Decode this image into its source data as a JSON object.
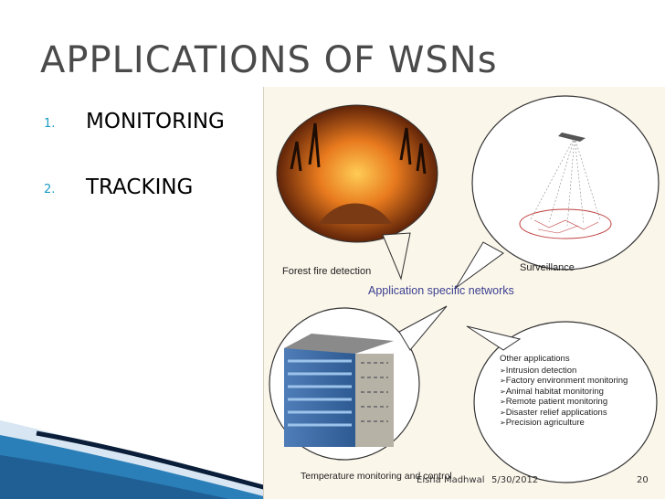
{
  "slide": {
    "title": "APPLICATIONS OF WSNs",
    "bullets": [
      {
        "number": "1.",
        "text": "MONITORING"
      },
      {
        "number": "2.",
        "text": "TRACKING"
      }
    ]
  },
  "figure": {
    "labels": {
      "forest": "Forest fire detection",
      "surveillance": "Surveillance",
      "center": "Application specific networks",
      "temperature": "Temperature monitoring and control"
    },
    "other_applications": {
      "heading": "Other applications",
      "items": [
        "Intrusion detection",
        "Factory environment monitoring",
        "Animal habitat monitoring",
        "Remote patient monitoring",
        "Disaster relief applications",
        "Precision agriculture"
      ]
    }
  },
  "footer": {
    "author": "Eisha Madhwal",
    "date": "5/30/2012",
    "page": "20"
  },
  "colors": {
    "title": "#4a4a4a",
    "bullet_number": "#1a9bc4",
    "swoosh_blue": "#1f6fa8",
    "swoosh_dark": "#0a1e3a",
    "panel": "#fbf6ea"
  }
}
